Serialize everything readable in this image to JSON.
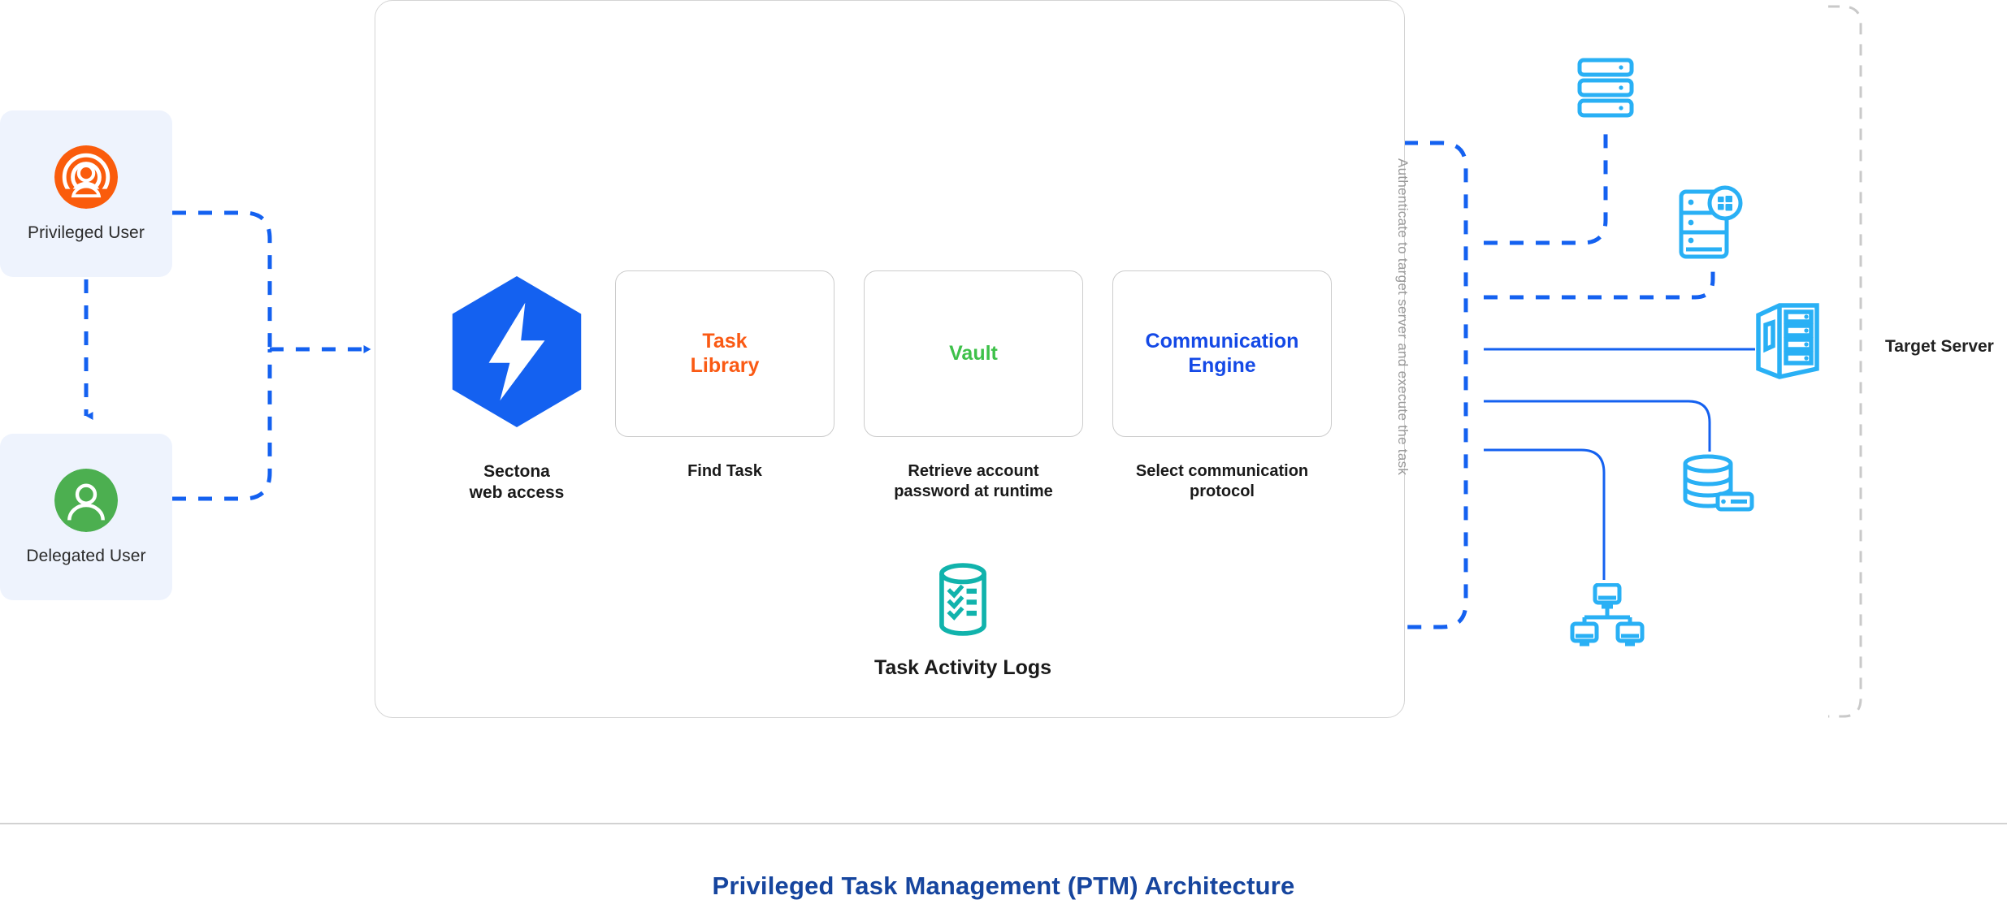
{
  "diagram": {
    "footer_title": "Privileged Task Management (PTM) Architecture",
    "auth_label": "Authenticate to target server and execute the task",
    "target_server_label": "Target Server"
  },
  "users": [
    {
      "label": "Privileged User",
      "icon": "privileged-user-icon",
      "color": "#fa5c0c"
    },
    {
      "label": "Delegated User",
      "icon": "delegated-user-icon",
      "color": "#4caf50"
    }
  ],
  "sectona": {
    "caption_line1": "Sectona",
    "caption_line2": "web access",
    "icon": "sectona-hexagon-logo",
    "color": "#1461f0"
  },
  "modules": [
    {
      "title_line1": "Task",
      "title_line2": "Library",
      "color": "#fa5a14",
      "caption_line1": "Find Task",
      "caption_line2": ""
    },
    {
      "title_line1": "Vault",
      "title_line2": "",
      "color": "#3ec14a",
      "caption_line1": "Retrieve account",
      "caption_line2": "password at runtime"
    },
    {
      "title_line1": "Communication",
      "title_line2": "Engine",
      "color": "#1449e6",
      "caption_line1": "Select communication",
      "caption_line2": "protocol"
    }
  ],
  "logs": {
    "caption": "Task Activity Logs",
    "icon": "task-activity-logs-icon",
    "color": "#11b3ac"
  },
  "endpoints": [
    {
      "name": "rack-server-icon",
      "color": "#29b0f5"
    },
    {
      "name": "windows-server-icon",
      "color": "#29b0f5"
    },
    {
      "name": "tower-server-icon",
      "color": "#29b0f5"
    },
    {
      "name": "database-server-icon",
      "color": "#29b0f5"
    },
    {
      "name": "network-hosts-icon",
      "color": "#29b0f5"
    }
  ],
  "colors": {
    "flow_dashed": "#1461f0",
    "panel_border": "#d4d4d4",
    "zone_border": "#c9c9c9",
    "footer_rule": "#d2d2d2",
    "footer_text": "#16459e"
  }
}
